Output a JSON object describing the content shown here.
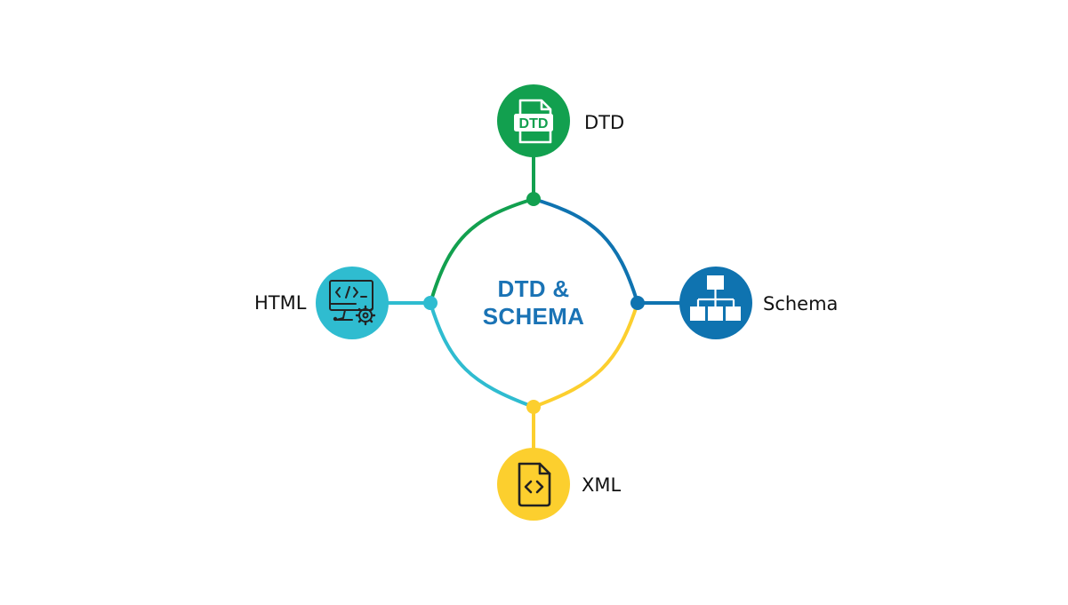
{
  "center": {
    "line1": "DTD &",
    "line2": "SCHEMA",
    "color": "#1a73b5"
  },
  "nodes": {
    "dtd": {
      "label": "DTD",
      "color": "#12a04f",
      "icon": "dtd-file-icon",
      "icon_text": "DTD"
    },
    "schema": {
      "label": "Schema",
      "color": "#0f73b0",
      "icon": "sitemap-icon"
    },
    "xml": {
      "label": "XML",
      "color": "#fccf2e",
      "icon": "code-file-icon"
    },
    "html": {
      "label": "HTML",
      "color": "#2fbcd0",
      "icon": "monitor-code-icon"
    }
  }
}
